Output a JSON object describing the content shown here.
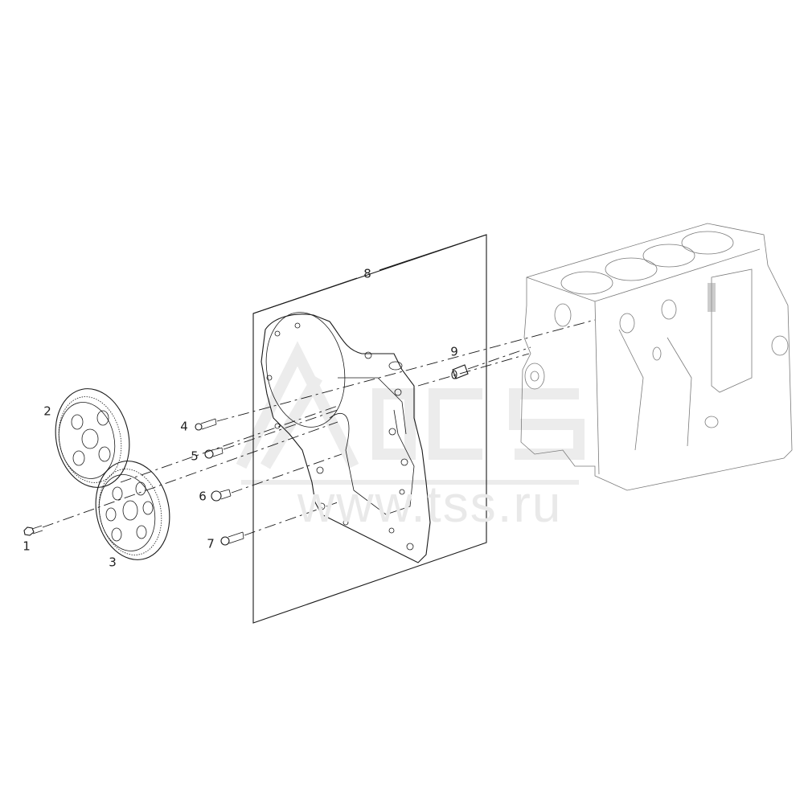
{
  "diagram": {
    "type": "exploded-parts-view",
    "subject": "engine front timing cover assembly",
    "background_color": "#ffffff",
    "line_color": "#1a1a1a",
    "watermark": {
      "logo_text": "TSS",
      "url_text": "www.tss.ru",
      "color": "#e9e9e9"
    },
    "callouts": [
      {
        "id": "1",
        "label": "1",
        "part": "bolt"
      },
      {
        "id": "2",
        "label": "2",
        "part": "gear"
      },
      {
        "id": "3",
        "label": "3",
        "part": "gear"
      },
      {
        "id": "4",
        "label": "4",
        "part": "bolt"
      },
      {
        "id": "5",
        "label": "5",
        "part": "bolt"
      },
      {
        "id": "6",
        "label": "6",
        "part": "bolt"
      },
      {
        "id": "7",
        "label": "7",
        "part": "bolt"
      },
      {
        "id": "8",
        "label": "8",
        "part": "front housing / gear cover plate"
      },
      {
        "id": "9",
        "label": "9",
        "part": "dowel pin"
      }
    ],
    "components": [
      {
        "name": "gear-2",
        "teeth_holes": 4
      },
      {
        "name": "gear-3",
        "teeth_holes": 6
      },
      {
        "name": "front-housing-8"
      },
      {
        "name": "engine-block",
        "cylinders": 4
      }
    ]
  }
}
